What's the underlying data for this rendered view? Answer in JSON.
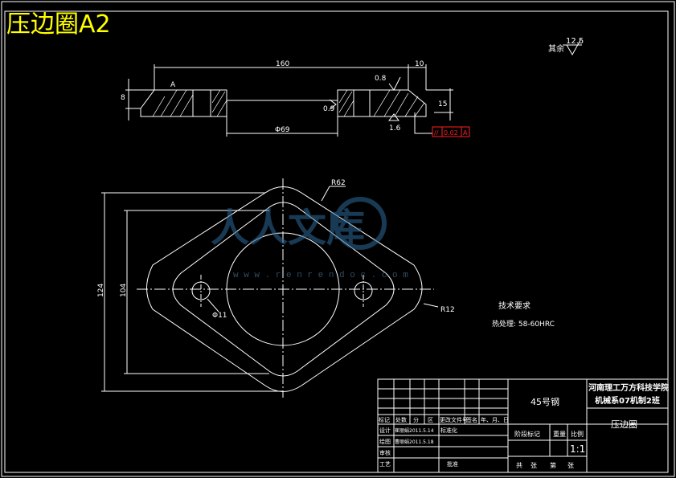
{
  "title": "压边圈A2",
  "roughness": {
    "qita": "其余",
    "value": "12.5"
  },
  "section": {
    "overall_length": "160",
    "flange_width": "10",
    "left_height": "8",
    "right_height": "15",
    "center_width": "Φ69",
    "bore_roughness": "0.9",
    "top_roughness": "0.8",
    "bottom_roughness": "1.6",
    "datum_label": "A",
    "tolerance_symbol": "//",
    "tolerance_value": "0.02",
    "tolerance_datum": "A"
  },
  "plan": {
    "outer_radius": "R62",
    "outer_height": "124",
    "inner_height": "104",
    "hole_dia": "Φ11",
    "corner_radius": "R12"
  },
  "tech": {
    "heading": "技术要求",
    "heat_treat": "热处理: 58-60HRC"
  },
  "watermark": {
    "text": "人人文库",
    "url": "w w w . r e n r e n d o c . c o m"
  },
  "titleblock": {
    "material": "45号钢",
    "school": "河南理工万方科技学院",
    "class": "机械系07机制2班",
    "part_name": "压边圈",
    "scale": "1:1",
    "stage": "阶段标记",
    "weight": "重量",
    "ratio": "比例",
    "total_label": "共",
    "sheet_label": "张",
    "page_label": "第",
    "page_label2": "张",
    "h_mark": "标记",
    "h_count": "处数",
    "h_zone": "分",
    "h_area": "区",
    "h_docno": "更改文件号",
    "h_sign": "签名",
    "h_date": "年、月、日",
    "design": "设计",
    "design_name": "崔丽娟2011.5.14",
    "std": "标准化",
    "draw": "绘图",
    "draw_name": "曹丽娟2011.5.18",
    "review": "审核",
    "process": "工艺",
    "approve": "批准"
  }
}
